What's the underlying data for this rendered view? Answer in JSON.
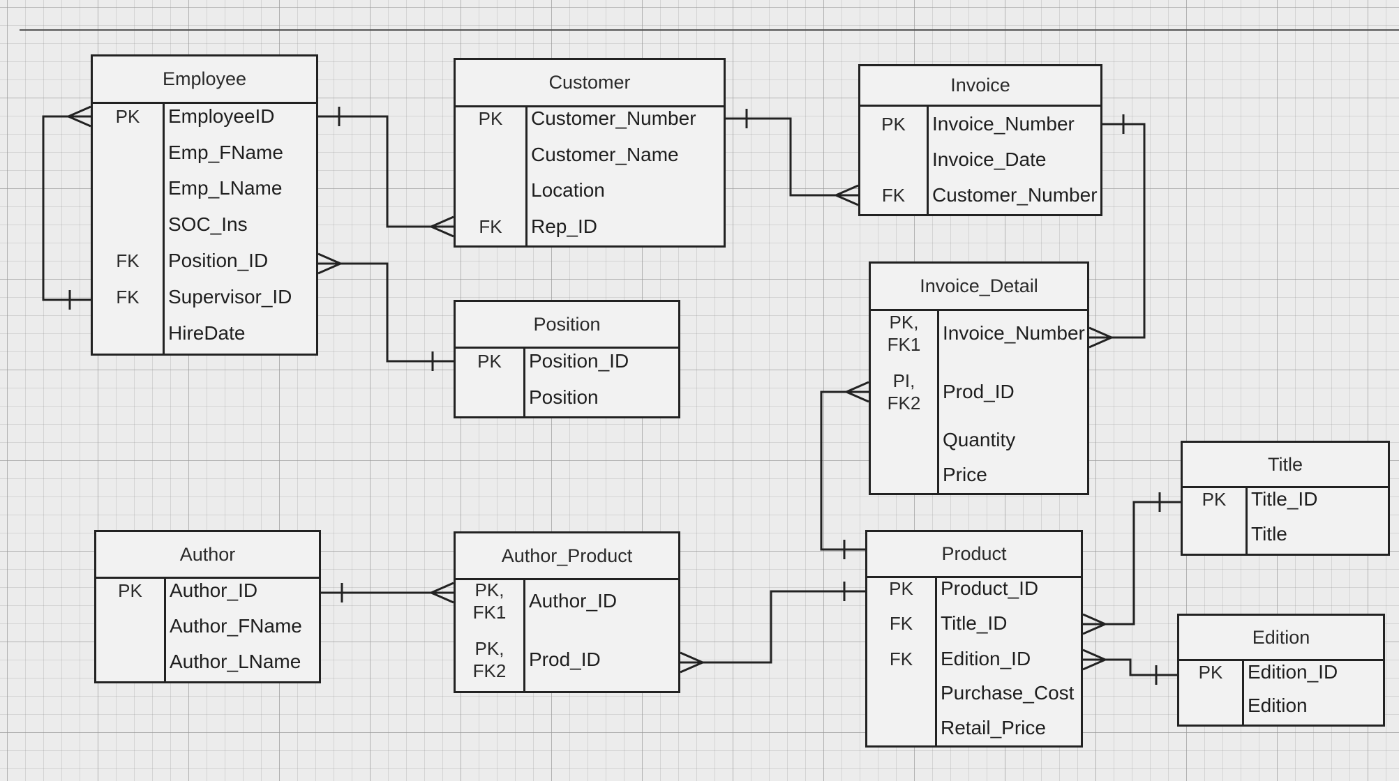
{
  "entities": {
    "employee": {
      "title": "Employee",
      "rows": [
        {
          "key": "PK",
          "attr": "EmployeeID"
        },
        {
          "key": "",
          "attr": "Emp_FName"
        },
        {
          "key": "",
          "attr": "Emp_LName"
        },
        {
          "key": "",
          "attr": "SOC_Ins"
        },
        {
          "key": "FK",
          "attr": "Position_ID"
        },
        {
          "key": "FK",
          "attr": "Supervisor_ID"
        },
        {
          "key": "",
          "attr": "HireDate"
        }
      ]
    },
    "customer": {
      "title": "Customer",
      "rows": [
        {
          "key": "PK",
          "attr": "Customer_Number"
        },
        {
          "key": "",
          "attr": "Customer_Name"
        },
        {
          "key": "",
          "attr": "Location"
        },
        {
          "key": "FK",
          "attr": "Rep_ID"
        }
      ]
    },
    "invoice": {
      "title": "Invoice",
      "rows": [
        {
          "key": "PK",
          "attr": "Invoice_Number"
        },
        {
          "key": "",
          "attr": "Invoice_Date"
        },
        {
          "key": "FK",
          "attr": "Customer_Number"
        }
      ]
    },
    "position": {
      "title": "Position",
      "rows": [
        {
          "key": "PK",
          "attr": "Position_ID"
        },
        {
          "key": "",
          "attr": "Position"
        }
      ]
    },
    "invoice_detail": {
      "title": "Invoice_Detail",
      "rows": [
        {
          "key": "PK,\nFK1",
          "attr": "Invoice_Number"
        },
        {
          "key": "PI,\nFK2",
          "attr": "Prod_ID"
        },
        {
          "key": "",
          "attr": "Quantity"
        },
        {
          "key": "",
          "attr": "Price"
        }
      ]
    },
    "title": {
      "title": "Title",
      "rows": [
        {
          "key": "PK",
          "attr": "Title_ID"
        },
        {
          "key": "",
          "attr": "Title"
        }
      ]
    },
    "author": {
      "title": "Author",
      "rows": [
        {
          "key": "PK",
          "attr": "Author_ID"
        },
        {
          "key": "",
          "attr": "Author_FName"
        },
        {
          "key": "",
          "attr": "Author_LName"
        }
      ]
    },
    "author_product": {
      "title": "Author_Product",
      "rows": [
        {
          "key": "PK,\nFK1",
          "attr": "Author_ID"
        },
        {
          "key": "PK,\nFK2",
          "attr": "Prod_ID"
        }
      ]
    },
    "product": {
      "title": "Product",
      "rows": [
        {
          "key": "PK",
          "attr": "Product_ID"
        },
        {
          "key": "FK",
          "attr": "Title_ID"
        },
        {
          "key": "FK",
          "attr": "Edition_ID"
        },
        {
          "key": "",
          "attr": "Purchase_Cost"
        },
        {
          "key": "",
          "attr": "Retail_Price"
        }
      ]
    },
    "edition": {
      "title": "Edition",
      "rows": [
        {
          "key": "PK",
          "attr": "Edition_ID"
        },
        {
          "key": "",
          "attr": "Edition"
        }
      ]
    }
  },
  "relationships": [
    {
      "from": "employee.EmployeeID",
      "to": "customer.Rep_ID",
      "from_end": "one",
      "to_end": "many"
    },
    {
      "from": "customer.Customer_Number",
      "to": "invoice.Customer_Number",
      "from_end": "one",
      "to_end": "many"
    },
    {
      "from": "invoice.Invoice_Number",
      "to": "invoice_detail.Invoice_Number",
      "from_end": "one",
      "to_end": "many"
    },
    {
      "from": "position.Position_ID",
      "to": "employee.Position_ID",
      "from_end": "one",
      "to_end": "many"
    },
    {
      "from": "employee.Supervisor_ID",
      "to": "employee.EmployeeID",
      "from_end": "one",
      "to_end": "many"
    },
    {
      "from": "product.Product_ID",
      "to": "invoice_detail.Prod_ID",
      "from_end": "one",
      "to_end": "many"
    },
    {
      "from": "author.Author_ID",
      "to": "author_product.Author_ID",
      "from_end": "one",
      "to_end": "many"
    },
    {
      "from": "product.Product_ID",
      "to": "author_product.Prod_ID",
      "from_end": "one",
      "to_end": "many"
    },
    {
      "from": "title.Title_ID",
      "to": "product.Title_ID",
      "from_end": "one",
      "to_end": "many"
    },
    {
      "from": "edition.Edition_ID",
      "to": "product.Edition_ID",
      "from_end": "one",
      "to_end": "many"
    }
  ]
}
